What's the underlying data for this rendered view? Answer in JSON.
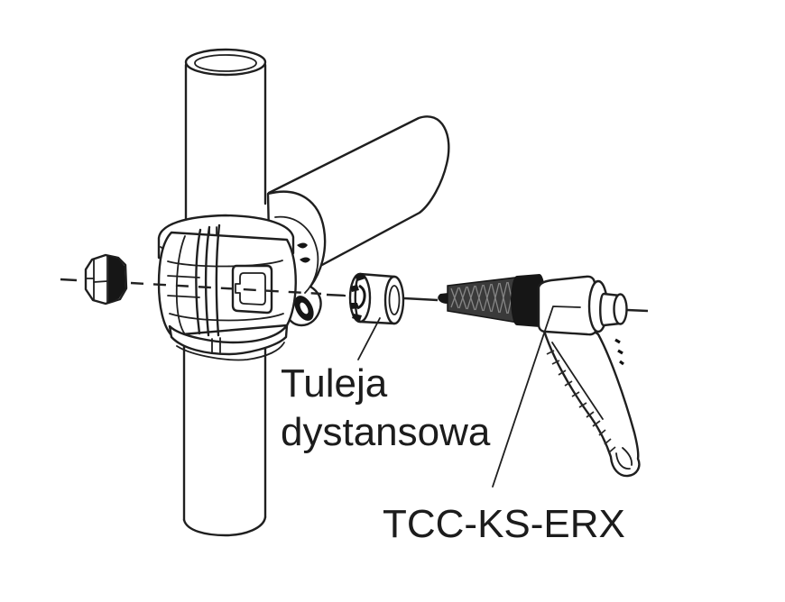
{
  "diagram": {
    "background_color": "#ffffff",
    "ink_color": "#1f1f1f",
    "screw_fill_color": "#3a3a3a",
    "collar_fill_color": "#161616",
    "parts": [
      "vertical-tube",
      "diagonal-tube",
      "tube-clamp",
      "hex-nut",
      "spacer-sleeve",
      "threaded-screw",
      "clamping-lever"
    ],
    "labels": {
      "spacer_line1": "Tuleja",
      "spacer_line2": "dystansowa",
      "lever": "TCC-KS-ERX"
    }
  }
}
